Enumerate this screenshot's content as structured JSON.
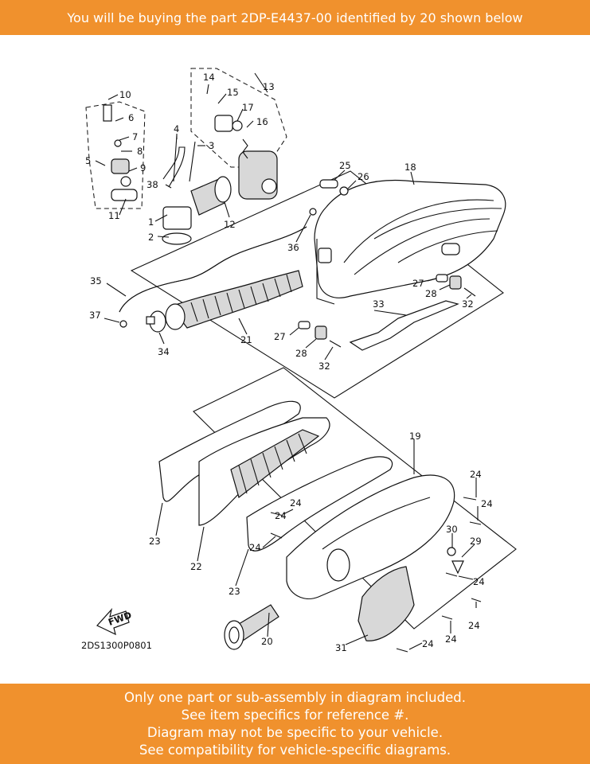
{
  "header": {
    "text": "You will be buying the part 2DP-E4437-00 identified by 20 shown below"
  },
  "diagram": {
    "code": "2DS1300P0801",
    "fwd_label": "FWD",
    "callouts": {
      "c1": "1",
      "c2": "2",
      "c3": "3",
      "c4": "4",
      "c5": "5",
      "c6": "6",
      "c7": "7",
      "c8": "8",
      "c9": "9",
      "c10": "10",
      "c11": "11",
      "c12": "12",
      "c13": "13",
      "c14": "14",
      "c15": "15",
      "c16": "16",
      "c17": "17",
      "c18": "18",
      "c19": "19",
      "c20": "20",
      "c21": "21",
      "c22": "22",
      "c23a": "23",
      "c23b": "23",
      "c24a": "24",
      "c24b": "24",
      "c24c": "24",
      "c24d": "24",
      "c24e": "24",
      "c24f": "24",
      "c24g": "24",
      "c24h": "24",
      "c24i": "24",
      "c25": "25",
      "c26": "26",
      "c27a": "27",
      "c27b": "27",
      "c28a": "28",
      "c28b": "28",
      "c29": "29",
      "c30": "30",
      "c31": "31",
      "c32a": "32",
      "c32b": "32",
      "c33": "33",
      "c34": "34",
      "c35": "35",
      "c36": "36",
      "c37": "37",
      "c38": "38"
    }
  },
  "footer": {
    "line1": "Only one part or sub-assembly in diagram included.",
    "line2": "See item specifics for reference #.",
    "line3": "Diagram may not be specific to your vehicle.",
    "line4": "See compatibility for vehicle-specific diagrams."
  }
}
